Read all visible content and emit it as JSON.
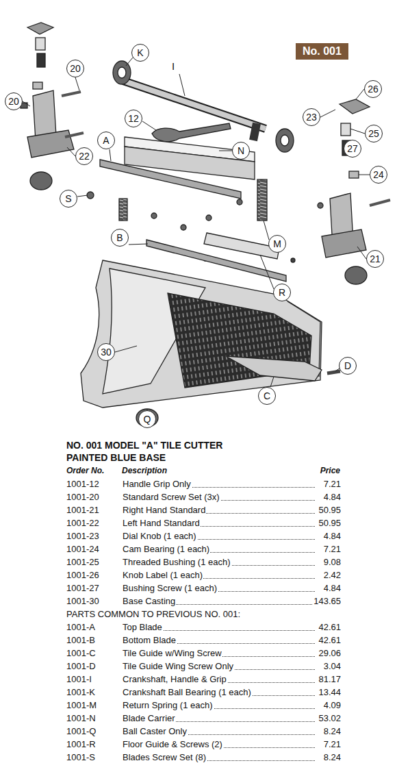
{
  "diagram": {
    "nodes": [
      {
        "text": [
          "K"
        ]
      },
      {
        "text": [
          "No. 001"
        ]
      },
      {
        "text": [
          "20"
        ]
      },
      {
        "text": [
          "20"
        ]
      },
      {
        "text": [
          "26"
        ]
      },
      {
        "text": [
          "12"
        ]
      },
      {
        "text": [
          "23"
        ]
      },
      {
        "text": [
          "25"
        ]
      },
      {
        "text": [
          "27"
        ]
      },
      {
        "text": [
          "A"
        ]
      },
      {
        "text": [
          "N"
        ]
      },
      {
        "text": [
          "22"
        ]
      },
      {
        "text": [
          "24"
        ]
      },
      {
        "text": [
          "S"
        ]
      },
      {
        "text": [
          "M"
        ]
      },
      {
        "text": [
          "21"
        ]
      },
      {
        "text": [
          "B"
        ]
      },
      {
        "text": [
          "R"
        ]
      },
      {
        "text": [
          "30"
        ]
      },
      {
        "text": [
          "C"
        ]
      },
      {
        "text": [
          "D"
        ]
      },
      {
        "text": [
          "Q"
        ]
      }
    ],
    "labels": [
      "I",
      "NO. 001 MODEL \"A\" TILE CUTTER",
      "PAINTED BLUE BASE",
      "Order No.",
      "Description",
      "Price",
      "1001-12",
      "Handle Grip Only",
      "7.21",
      "1001-20",
      "Standard Screw Set (3x)",
      "4.84",
      "1001-21",
      "Right Hand Standard",
      "50.95",
      "1001-22",
      "Left Hand Standard",
      "50.95",
      "1001-23",
      "Dial Knob (1 each)",
      "4.84",
      "1001-24",
      "Cam Bearing (1 each)",
      "7.21",
      "1001-25",
      "Threaded Bushing (1 each)",
      "9.08",
      "1001-26",
      "Knob Label (1 each)",
      "2.42",
      "1001-27",
      "Bushing Screw (1 each)",
      "4.84",
      "1001-30",
      "Base Casting",
      "143.65",
      "PARTS COMMON TO PREVIOUS NO. 001:",
      "1001-A",
      "Top Blade",
      "42.61",
      "1001-B",
      "Bottom Blade",
      "42.61",
      "1001-C",
      "Tile Guide w/Wing Screw",
      "29.06",
      "1001-D",
      "Tile Guide Wing Screw Only",
      "3.04",
      "1001-I",
      "Crankshaft, Handle & Grip",
      "81.17",
      "1001-K",
      "Crankshaft Ball Bearing (1 each)",
      "13.44",
      "1001-M",
      "Return Spring (1 each)",
      "4.09",
      "1001-N",
      "Blade Carrier",
      "53.02",
      "1001-Q",
      "Ball Caster Only",
      "8.24",
      "1001-R",
      "Floor Guide & Screws (2)",
      "7.21",
      "1001-S",
      "Blades Screw Set (8)",
      "8.24"
    ]
  }
}
